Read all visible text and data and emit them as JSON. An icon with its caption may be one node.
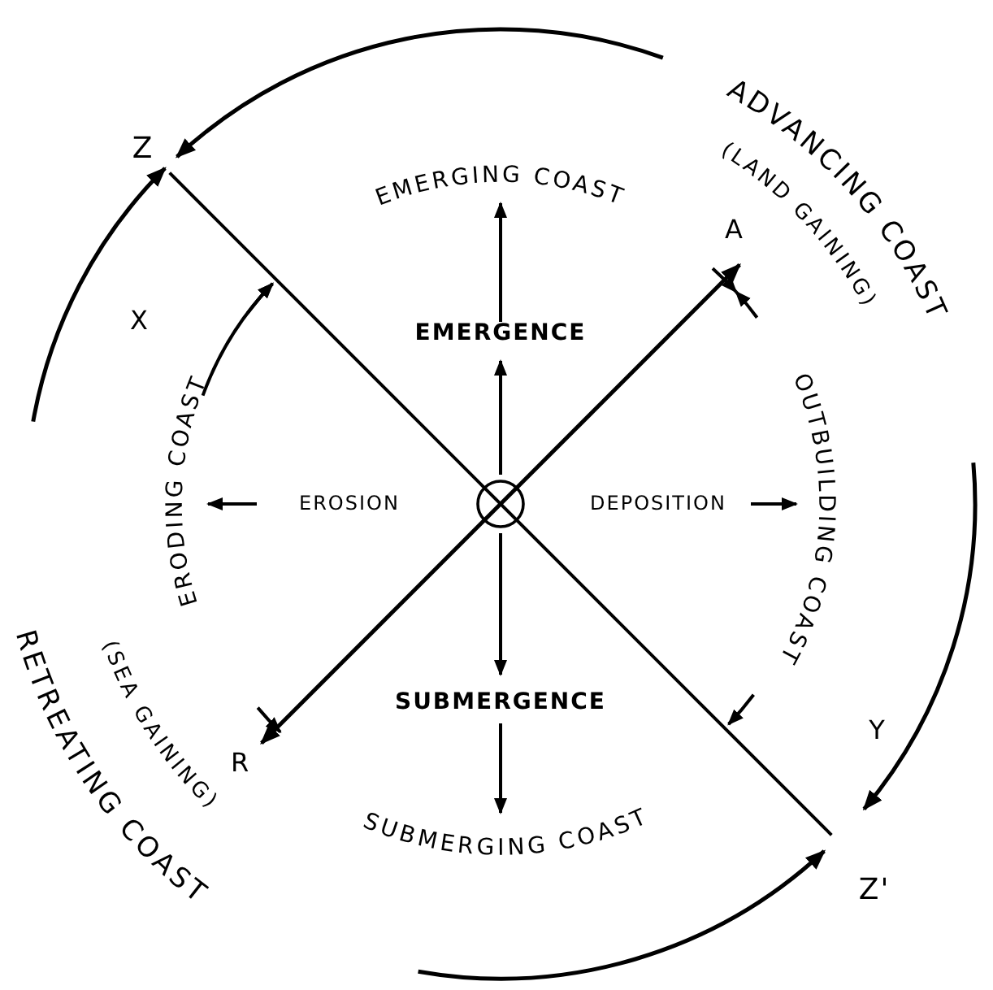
{
  "diagram": {
    "labels": [
      "ADVANCING COAST",
      "(LAND GAINING)",
      "Z",
      "EMERGING COAST",
      "A",
      "X",
      "EMERGENCE",
      "ERODING COAST",
      "OUTBUILDING COAST",
      "EROSION",
      "DEPOSITION",
      "SUBMERGENCE",
      "Y",
      "R",
      "SUBMERGING COAST",
      "(SEA GAINING)",
      "Z'",
      "RETREATING COAST"
    ]
  }
}
